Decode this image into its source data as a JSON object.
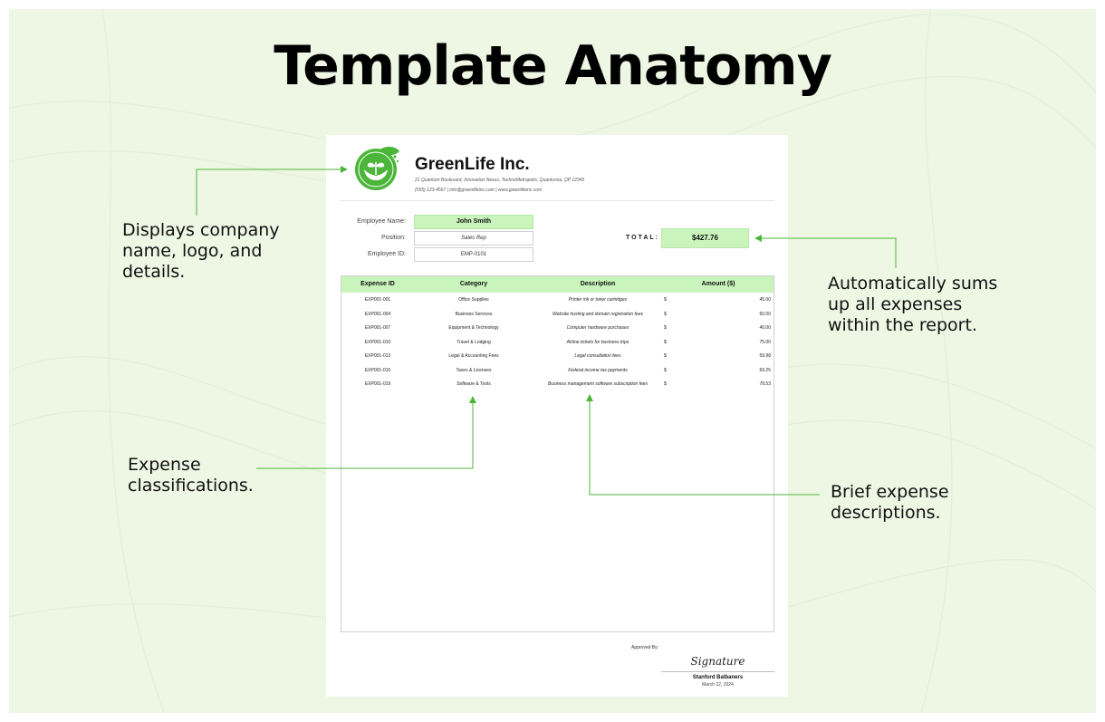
{
  "page_title": "Template Anatomy",
  "colors": {
    "accent": "#4cb63a",
    "light_green": "#c9f5bd",
    "background": "#eef6e4"
  },
  "callouts": {
    "company": [
      "Displays company",
      "name, logo, and",
      "details."
    ],
    "total": [
      "Automatically sums",
      "up all expenses",
      "within the report."
    ],
    "category": [
      "Expense",
      "classifications."
    ],
    "description": [
      "Brief expense",
      "descriptions."
    ]
  },
  "document": {
    "logo_icon": "leaf-hands-logo-icon",
    "company_name": "GreenLife Inc.",
    "address": "21 Quantum Boulevard, Innovation Nexus, TechnoMetropolis, Quantumia, QP 12345",
    "contact": "(555) 123-4567 | info@greenlifeinc.com | www.greenlifeinc.com",
    "employee": {
      "name_label": "Employee Name:",
      "name": "John Smith",
      "position_label": "Position:",
      "position": "Sales Rep",
      "id_label": "Employee ID:",
      "id": "EMP-0101"
    },
    "total_label": "TOTAL:",
    "total_value": "$427.76",
    "table": {
      "headers": [
        "Expense ID",
        "Category",
        "Description",
        "Amount ($)"
      ],
      "rows": [
        {
          "id": "EXP001-001",
          "category": "Office Supplies",
          "description": "Printer ink or toner cartridges",
          "currency": "$",
          "amount": "45.00"
        },
        {
          "id": "EXP001-004",
          "category": "Business Services",
          "description": "Website hosting and domain registration fees",
          "currency": "$",
          "amount": "60.00"
        },
        {
          "id": "EXP001-007",
          "category": "Equipment & Technology",
          "description": "Computer hardware purchases",
          "currency": "$",
          "amount": "40.00"
        },
        {
          "id": "EXP001-010",
          "category": "Travel & Lodging",
          "description": "Airline tickets for business trips",
          "currency": "$",
          "amount": "75.00"
        },
        {
          "id": "EXP001-013",
          "category": "Legal & Accounting Fees",
          "description": "Legal consultation fees",
          "currency": "$",
          "amount": "59.98"
        },
        {
          "id": "EXP001-016",
          "category": "Taxes & Licenses",
          "description": "Federal income tax payments",
          "currency": "$",
          "amount": "69.25"
        },
        {
          "id": "EXP001-019",
          "category": "Software & Tools",
          "description": "Business management software subscription fees",
          "currency": "$",
          "amount": "78.53"
        }
      ]
    },
    "approved_label": "Approved By:",
    "signature": "Signature",
    "approver_name": "Stanford Balbaners",
    "approval_date": "March 22, 2024"
  }
}
